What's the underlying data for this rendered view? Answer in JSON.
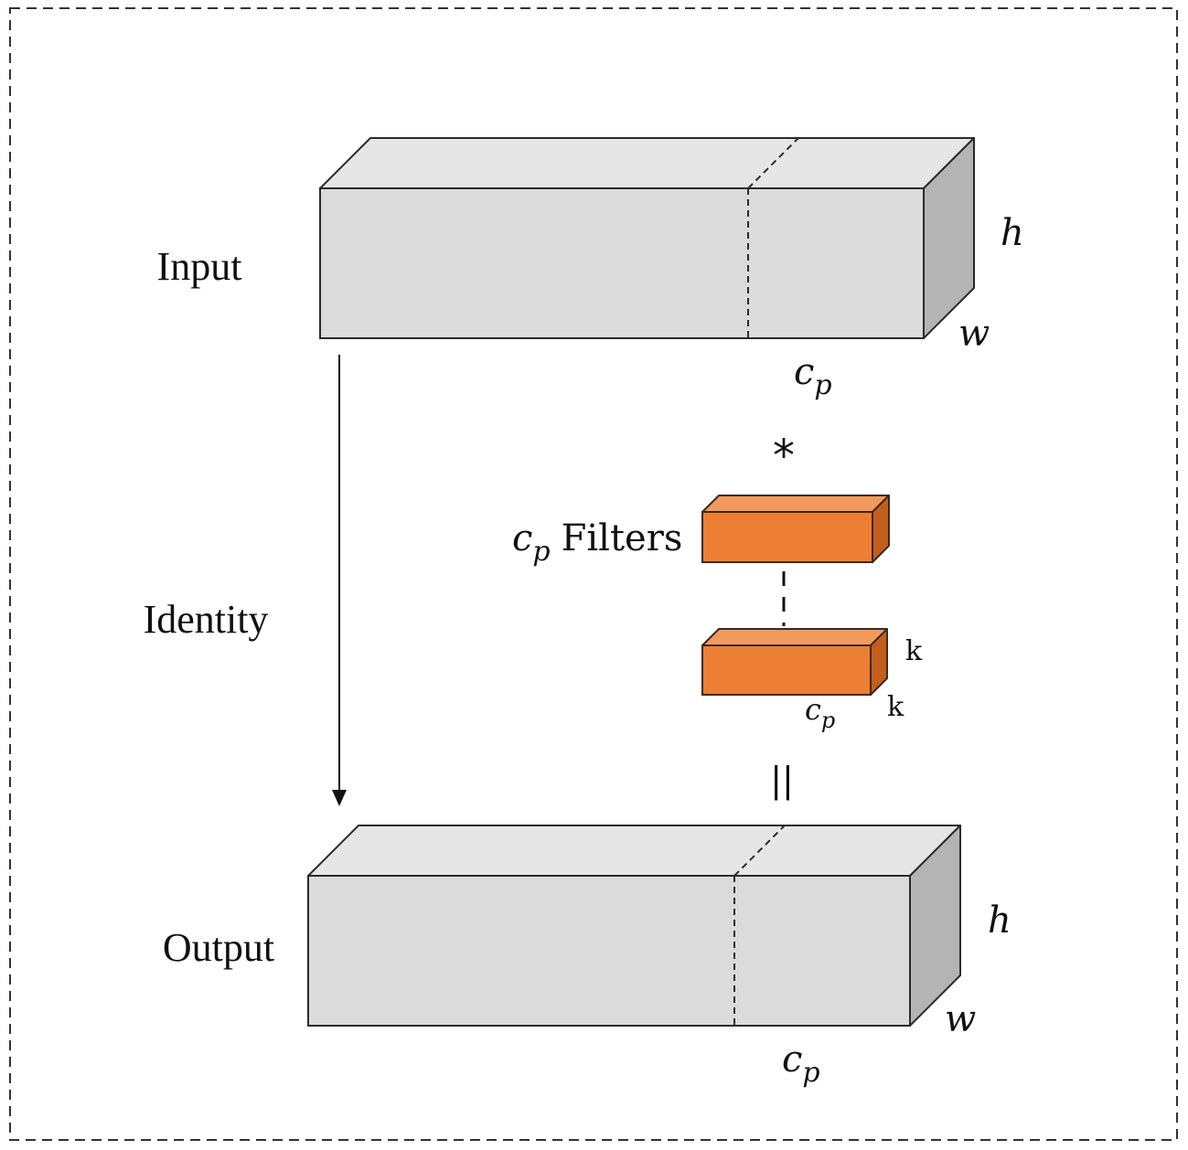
{
  "diagram": {
    "input_label": "Input",
    "output_label": "Output",
    "identity_label": "Identity",
    "filters_label": "Filters",
    "input_dims": {
      "h": "h",
      "w": "w",
      "c": "c",
      "c_sub": "p"
    },
    "output_dims": {
      "h": "h",
      "w": "w",
      "c": "c",
      "c_sub": "p"
    },
    "filters_prefix": {
      "c": "c",
      "c_sub": "p"
    },
    "filter_dims": {
      "k_height": "k",
      "k_width": "k",
      "c": "c",
      "c_sub": "p"
    },
    "convolution_symbol": "*",
    "equals_symbol": "||"
  },
  "colors": {
    "block_front": "#dbdbdb",
    "block_top": "#e6e6e6",
    "block_side": "#b4b4b4",
    "block_edge": "#2a2a2a",
    "filter_front": "#ec7f34",
    "filter_top": "#f29a5e",
    "filter_side": "#c35f1e",
    "filter_edge": "#3a2a20",
    "frame": "#333333",
    "arrow": "#111111"
  }
}
